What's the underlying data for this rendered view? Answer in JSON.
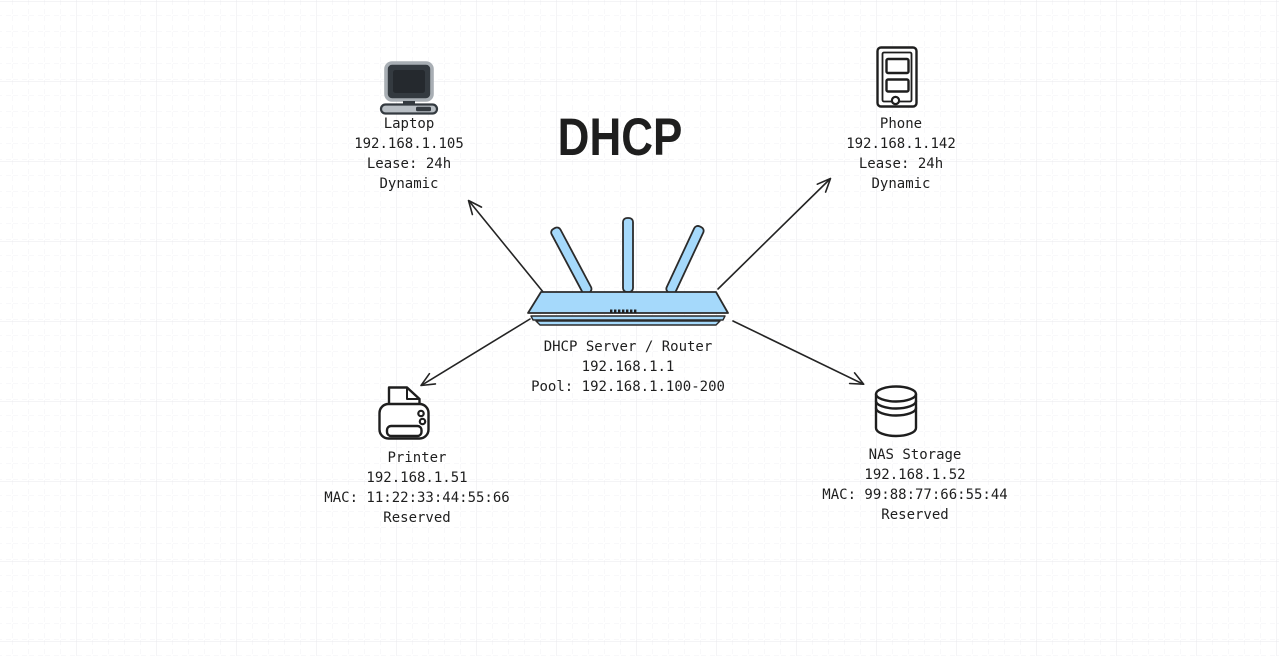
{
  "title": "DHCP",
  "colors": {
    "background": "#ffffff",
    "grid_major": "#e8e9ec",
    "grid_minor": "#f1f1f4",
    "stroke": "#1e1e1e",
    "router_fill": "#a5d9fb",
    "laptop_screen": "#343a40",
    "laptop_base": "#b9bfc5"
  },
  "nodes": {
    "laptop": {
      "name": "Laptop",
      "ip": "192.168.1.105",
      "lease": "Lease: 24h",
      "allocation": "Dynamic"
    },
    "phone": {
      "name": "Phone",
      "ip": "192.168.1.142",
      "lease": "Lease: 24h",
      "allocation": "Dynamic"
    },
    "router": {
      "name": "DHCP Server / Router",
      "ip": "192.168.1.1",
      "pool": "Pool: 192.168.1.100-200"
    },
    "printer": {
      "name": "Printer",
      "ip": "192.168.1.51",
      "mac": "MAC: 11:22:33:44:55:66",
      "allocation": "Reserved"
    },
    "nas": {
      "name": "NAS Storage",
      "ip": "192.168.1.52",
      "mac": "MAC: 99:88:77:66:55:44",
      "allocation": "Reserved"
    }
  },
  "connections": [
    {
      "from": "router",
      "to": "laptop"
    },
    {
      "from": "router",
      "to": "phone"
    },
    {
      "from": "router",
      "to": "printer"
    },
    {
      "from": "router",
      "to": "nas"
    }
  ]
}
